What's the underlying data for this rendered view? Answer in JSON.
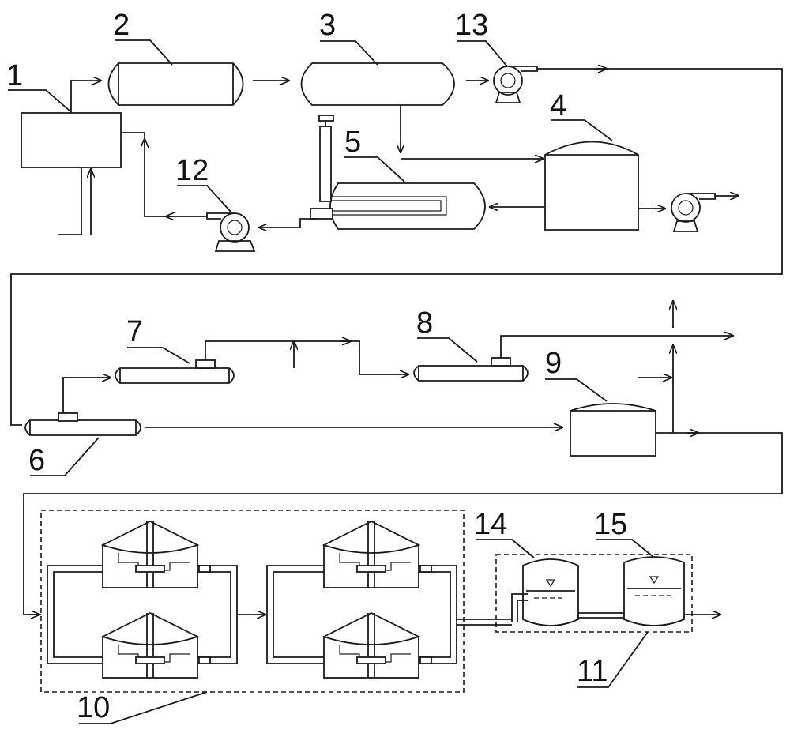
{
  "diagram": {
    "labels": {
      "n1": "1",
      "n2": "2",
      "n3": "3",
      "n4": "4",
      "n5": "5",
      "n6": "6",
      "n7": "7",
      "n8": "8",
      "n9": "9",
      "n10": "10",
      "n11": "11",
      "n12": "12",
      "n13": "13",
      "n14": "14",
      "n15": "15"
    },
    "colors": {
      "line": "#1a1a1a",
      "background": "#ffffff"
    }
  }
}
